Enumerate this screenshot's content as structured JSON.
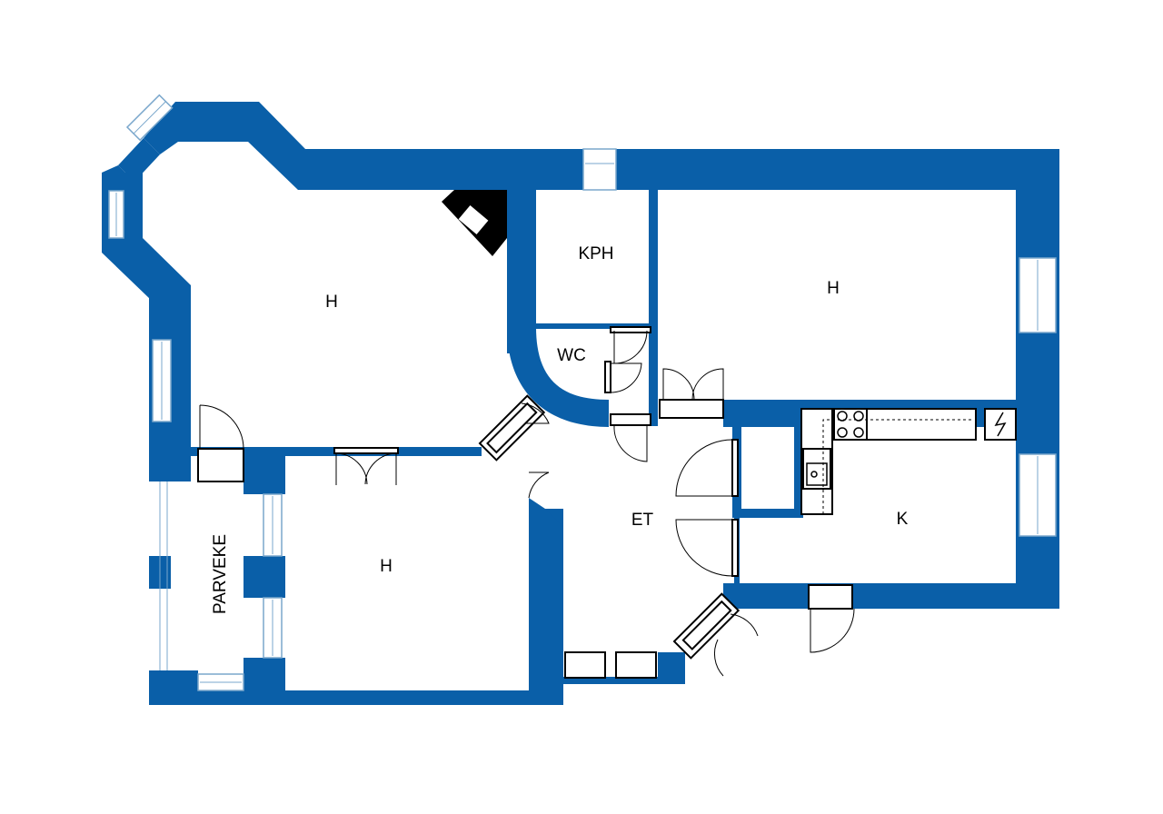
{
  "plan": {
    "colors": {
      "wall": "#0a5fa8",
      "fixture_stroke": "#000000",
      "window": "#7aa7cc",
      "background": "#ffffff"
    },
    "rooms": [
      {
        "key": "living_nw",
        "label": "H"
      },
      {
        "key": "bathroom",
        "label": "KPH"
      },
      {
        "key": "toilet",
        "label": "WC"
      },
      {
        "key": "bedroom_ne",
        "label": "H"
      },
      {
        "key": "bedroom_sw",
        "label": "H"
      },
      {
        "key": "hall",
        "label": "ET"
      },
      {
        "key": "kitchen",
        "label": "K"
      },
      {
        "key": "balcony",
        "label": "PARVEKE"
      }
    ],
    "icons": {
      "fireplace": "fireplace-icon",
      "stove": "stove-icon",
      "sink": "sink-icon",
      "electric_panel": "electric-panel-icon"
    }
  }
}
